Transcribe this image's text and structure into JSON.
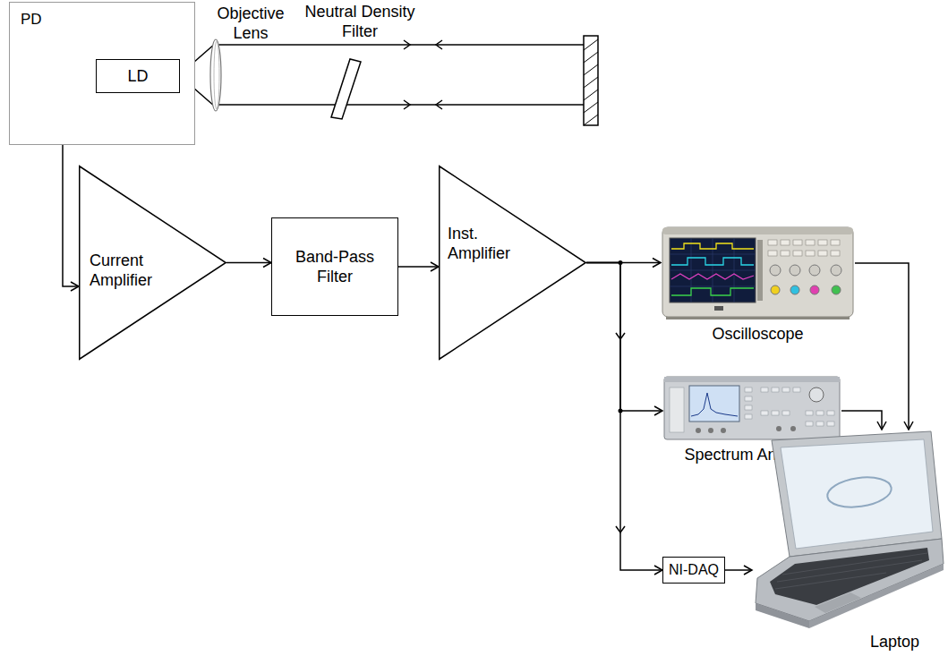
{
  "diagram": {
    "nodes": [
      {
        "text": [
          "PD"
        ]
      },
      {
        "text": [
          "LD"
        ],
        "in": 0
      },
      {
        "text": [
          "Current Amplifier"
        ]
      },
      {
        "text": [
          "Band-Pass Filter"
        ]
      },
      {
        "text": [
          "Inst. Amplifier"
        ]
      },
      {
        "text": [
          "Oscilloscope"
        ]
      },
      {
        "text": [
          "Spectrum Analyser"
        ]
      },
      {
        "text": [
          "NI-DAQ"
        ]
      },
      {
        "text": [
          "Laptop"
        ]
      }
    ],
    "edges": [
      {
        "from": 0,
        "to": 2,
        "arrow": "to"
      },
      {
        "from": 2,
        "to": 3,
        "arrow": "to"
      },
      {
        "from": 3,
        "to": 4,
        "arrow": "to"
      },
      {
        "from": 4,
        "to": 5,
        "arrow": "to"
      },
      {
        "from": 4,
        "to": 6,
        "arrow": "to"
      },
      {
        "from": 4,
        "to": 7,
        "arrow": "to"
      },
      {
        "from": 5,
        "to": 8,
        "arrow": "to"
      },
      {
        "from": 6,
        "to": 8,
        "arrow": "to"
      },
      {
        "from": 7,
        "to": 8,
        "arrow": "to"
      }
    ],
    "labels": [
      "Objective Lens",
      "Neutral Density Filter"
    ]
  }
}
